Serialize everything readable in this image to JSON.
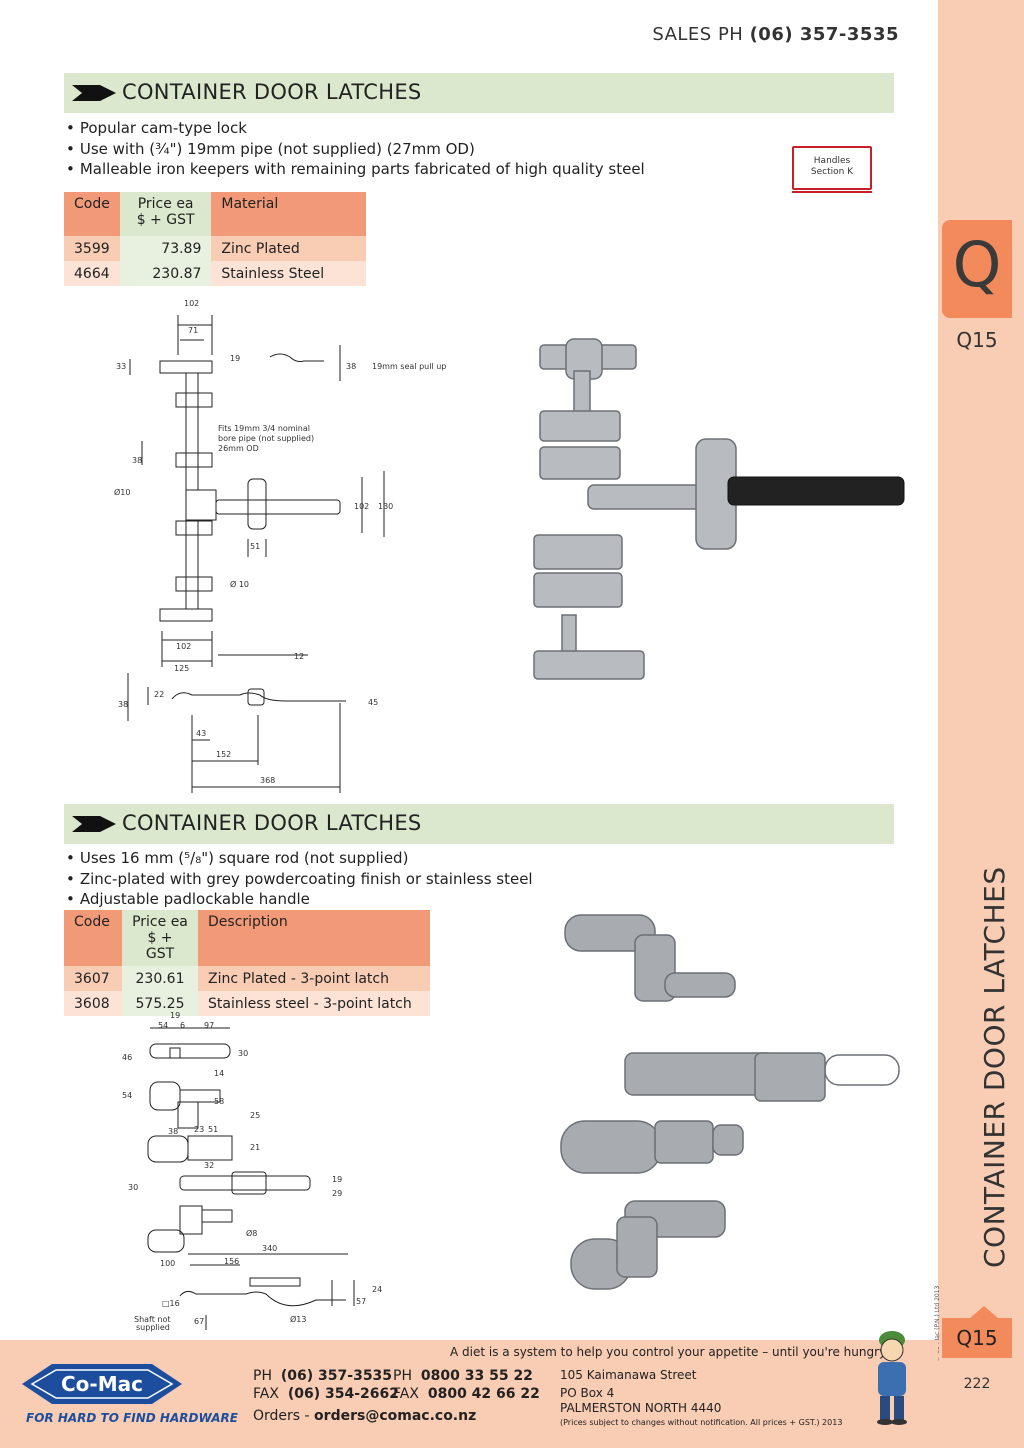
{
  "header": {
    "sales_label": "SALES  PH",
    "sales_phone": "(06) 357-3535"
  },
  "section1": {
    "title": "CONTAINER DOOR LATCHES",
    "bullets": [
      "Popular cam-type lock",
      "Use with (¾\") 19mm pipe (not  supplied) (27mm OD)",
      "Malleable iron keepers with remaining parts fabricated  of high quality steel"
    ],
    "badge_line1": "Handles",
    "badge_line2": "Section K",
    "table": {
      "col_code": "Code",
      "col_price_1": "Price ea",
      "col_price_2": "$ + GST",
      "col_material": "Material",
      "rows": [
        {
          "code": "3599",
          "price": "73.89",
          "material": "Zinc Plated"
        },
        {
          "code": "4664",
          "price": "230.87",
          "material": "Stainless Steel"
        }
      ]
    },
    "drawing_labels": {
      "d102": "102",
      "d71": "71",
      "d33": "33",
      "d19": "19",
      "d38a": "38",
      "seal": "19mm seal pull up",
      "fits1": "Fits 19mm 3/4 nominal",
      "fits2": "bore pipe (not supplied)",
      "fits3": "26mm OD",
      "d38b": "38",
      "phi10a": "Ø10",
      "d102b": "102",
      "d130": "130",
      "d51": "51",
      "phi10b": "Ø 10",
      "d102c": "102",
      "d125": "125",
      "d12": "12",
      "d38c": "38",
      "d22": "22",
      "d45": "45",
      "d43": "43",
      "d152": "152",
      "d368": "368"
    }
  },
  "section2": {
    "title": "CONTAINER DOOR LATCHES",
    "bullets": [
      "Uses 16 mm (⁵/₈\") square rod (not supplied)",
      "Zinc-plated with grey powdercoating finish or stainless steel",
      "Adjustable padlockable handle"
    ],
    "table": {
      "col_code": "Code",
      "col_price_1": "Price ea",
      "col_price_2": "$ + GST",
      "col_desc": "Description",
      "rows": [
        {
          "code": "3607",
          "price": "230.61",
          "desc": "Zinc Plated - 3-point latch"
        },
        {
          "code": "3608",
          "price": "575.25",
          "desc": "Stainless steel - 3-point latch"
        }
      ]
    },
    "drawing_labels": {
      "d19": "19",
      "d54": "54",
      "d6": "6",
      "d97": "97",
      "d46": "46",
      "d30a": "30",
      "d14": "14",
      "d54b": "54",
      "d58": "58",
      "d25": "25",
      "d38": "38",
      "d23": "23",
      "d51": "51",
      "d21": "21",
      "d32": "32",
      "d30b": "30",
      "d19b": "19",
      "d29": "29",
      "phi8": "Ø8",
      "d340": "340",
      "d100": "100",
      "d156": "156",
      "d16": "□16",
      "d24": "24",
      "d57": "57",
      "shaft1": "Shaft not",
      "shaft2": "supplied",
      "d67": "67",
      "phi13": "Ø13"
    }
  },
  "sidebar": {
    "letter": "Q",
    "code": "Q15",
    "vertical_title": "CONTAINER DOOR LATCHES",
    "copyright": "© Co-Mac (P.N.) Ltd 2013",
    "code_bottom": "Q15",
    "page_number": "222"
  },
  "footer": {
    "quote": "A diet is a system to help you control your appetite – until you're hungry.",
    "logo_text": "Co-Mac",
    "tagline": "FOR HARD TO FIND HARDWARE",
    "ph_label": "PH",
    "ph": "(06) 357-3535",
    "fax_label": "FAX",
    "fax": "(06) 354-2662",
    "ph2_label": "PH",
    "ph2": "0800 33 55 22",
    "fax2_label": "FAX",
    "fax2": "0800 42 66 22",
    "orders_label": "Orders -",
    "orders": "orders@comac.co.nz",
    "addr1": "105 Kaimanawa Street",
    "addr2": "PO Box 4",
    "addr3": "PALMERSTON NORTH 4440",
    "note": "(Prices subject to changes without notification.  All prices + GST.)  2013"
  },
  "colors": {
    "salmon": "#f29a78",
    "light_salmon": "#f9ccb4",
    "green": "#dbe8cd",
    "brand_blue": "#1d4e9e"
  }
}
